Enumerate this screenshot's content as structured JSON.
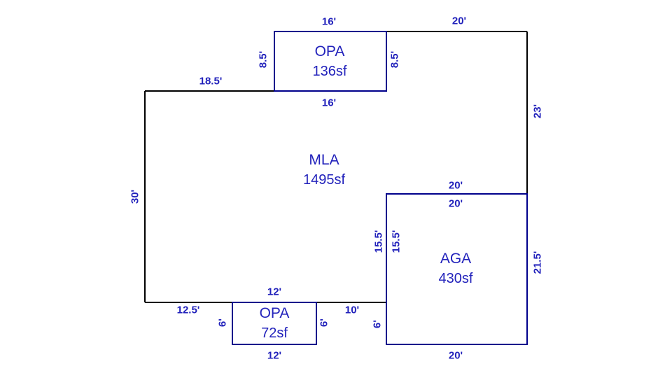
{
  "colors": {
    "outline": "#000000",
    "area_outline": "#00008b",
    "text": "#2222bb",
    "background": "#ffffff"
  },
  "areas": {
    "opa_top": {
      "label": "OPA",
      "area": "136sf"
    },
    "mla": {
      "label": "MLA",
      "area": "1495sf"
    },
    "aga": {
      "label": "AGA",
      "area": "430sf"
    },
    "opa_bottom": {
      "label": "OPA",
      "area": "72sf"
    }
  },
  "dims": {
    "opa_top_width_top": "16'",
    "top_right_width": "20'",
    "opa_top_height_left": "8.5'",
    "opa_top_height_right": "8.5'",
    "opa_top_width_bottom": "16'",
    "mla_top_left_width": "18.5'",
    "right_upper_height": "23'",
    "mla_left_height": "30'",
    "aga_top_width_outside": "20'",
    "aga_top_width_inside": "20'",
    "aga_left_height_outside": "15.5'",
    "aga_left_height_inside": "15.5'",
    "aga_right_height": "21.5'",
    "aga_bottom_width": "20'",
    "mla_bottom_left_width": "12.5'",
    "opa_bottom_width_top": "12'",
    "opa_bottom_height_left": "6'",
    "opa_bottom_height_right": "6'",
    "mla_bottom_right_width": "10'",
    "aga_left_lower_height": "6'",
    "opa_bottom_width_bottom": "12'"
  }
}
